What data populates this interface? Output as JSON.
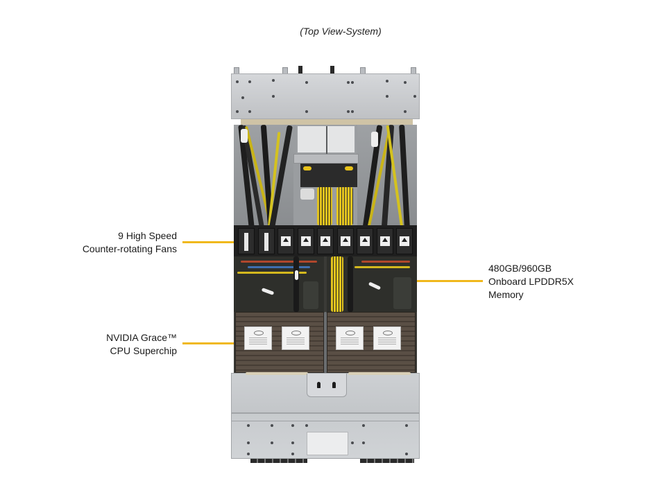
{
  "caption": "(Top View-System)",
  "callouts": {
    "fans": {
      "line1": "9 High Speed",
      "line2": "Counter-rotating Fans"
    },
    "memory": {
      "line1": "480GB/960GB",
      "line2": "Onboard LPDDR5X",
      "line3": "Memory"
    },
    "cpu": {
      "line1": "NVIDIA Grace™",
      "line2": "CPU Superchip"
    }
  },
  "colors": {
    "leader": "#f0b81c",
    "chassis_metal": "#c9cbce",
    "interior": "#3a3a36",
    "heatsink": "#5a4f45"
  },
  "system": {
    "fan_count": 9,
    "cpu_modules": 2
  }
}
